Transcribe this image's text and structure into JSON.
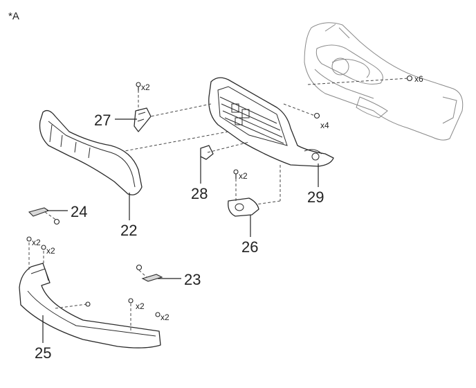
{
  "figure": {
    "marker": "*A",
    "callouts": {
      "c22": "22",
      "c23": "23",
      "c24": "24",
      "c25": "25",
      "c26": "26",
      "c27": "27",
      "c28": "28",
      "c29": "29"
    },
    "quantities": {
      "q27": "x2",
      "q_bumper": "x6",
      "q_grille": "x4",
      "q26": "x2",
      "q25a": "x2",
      "q25b": "x2",
      "q25c": "x2",
      "q25d": "x2"
    }
  }
}
